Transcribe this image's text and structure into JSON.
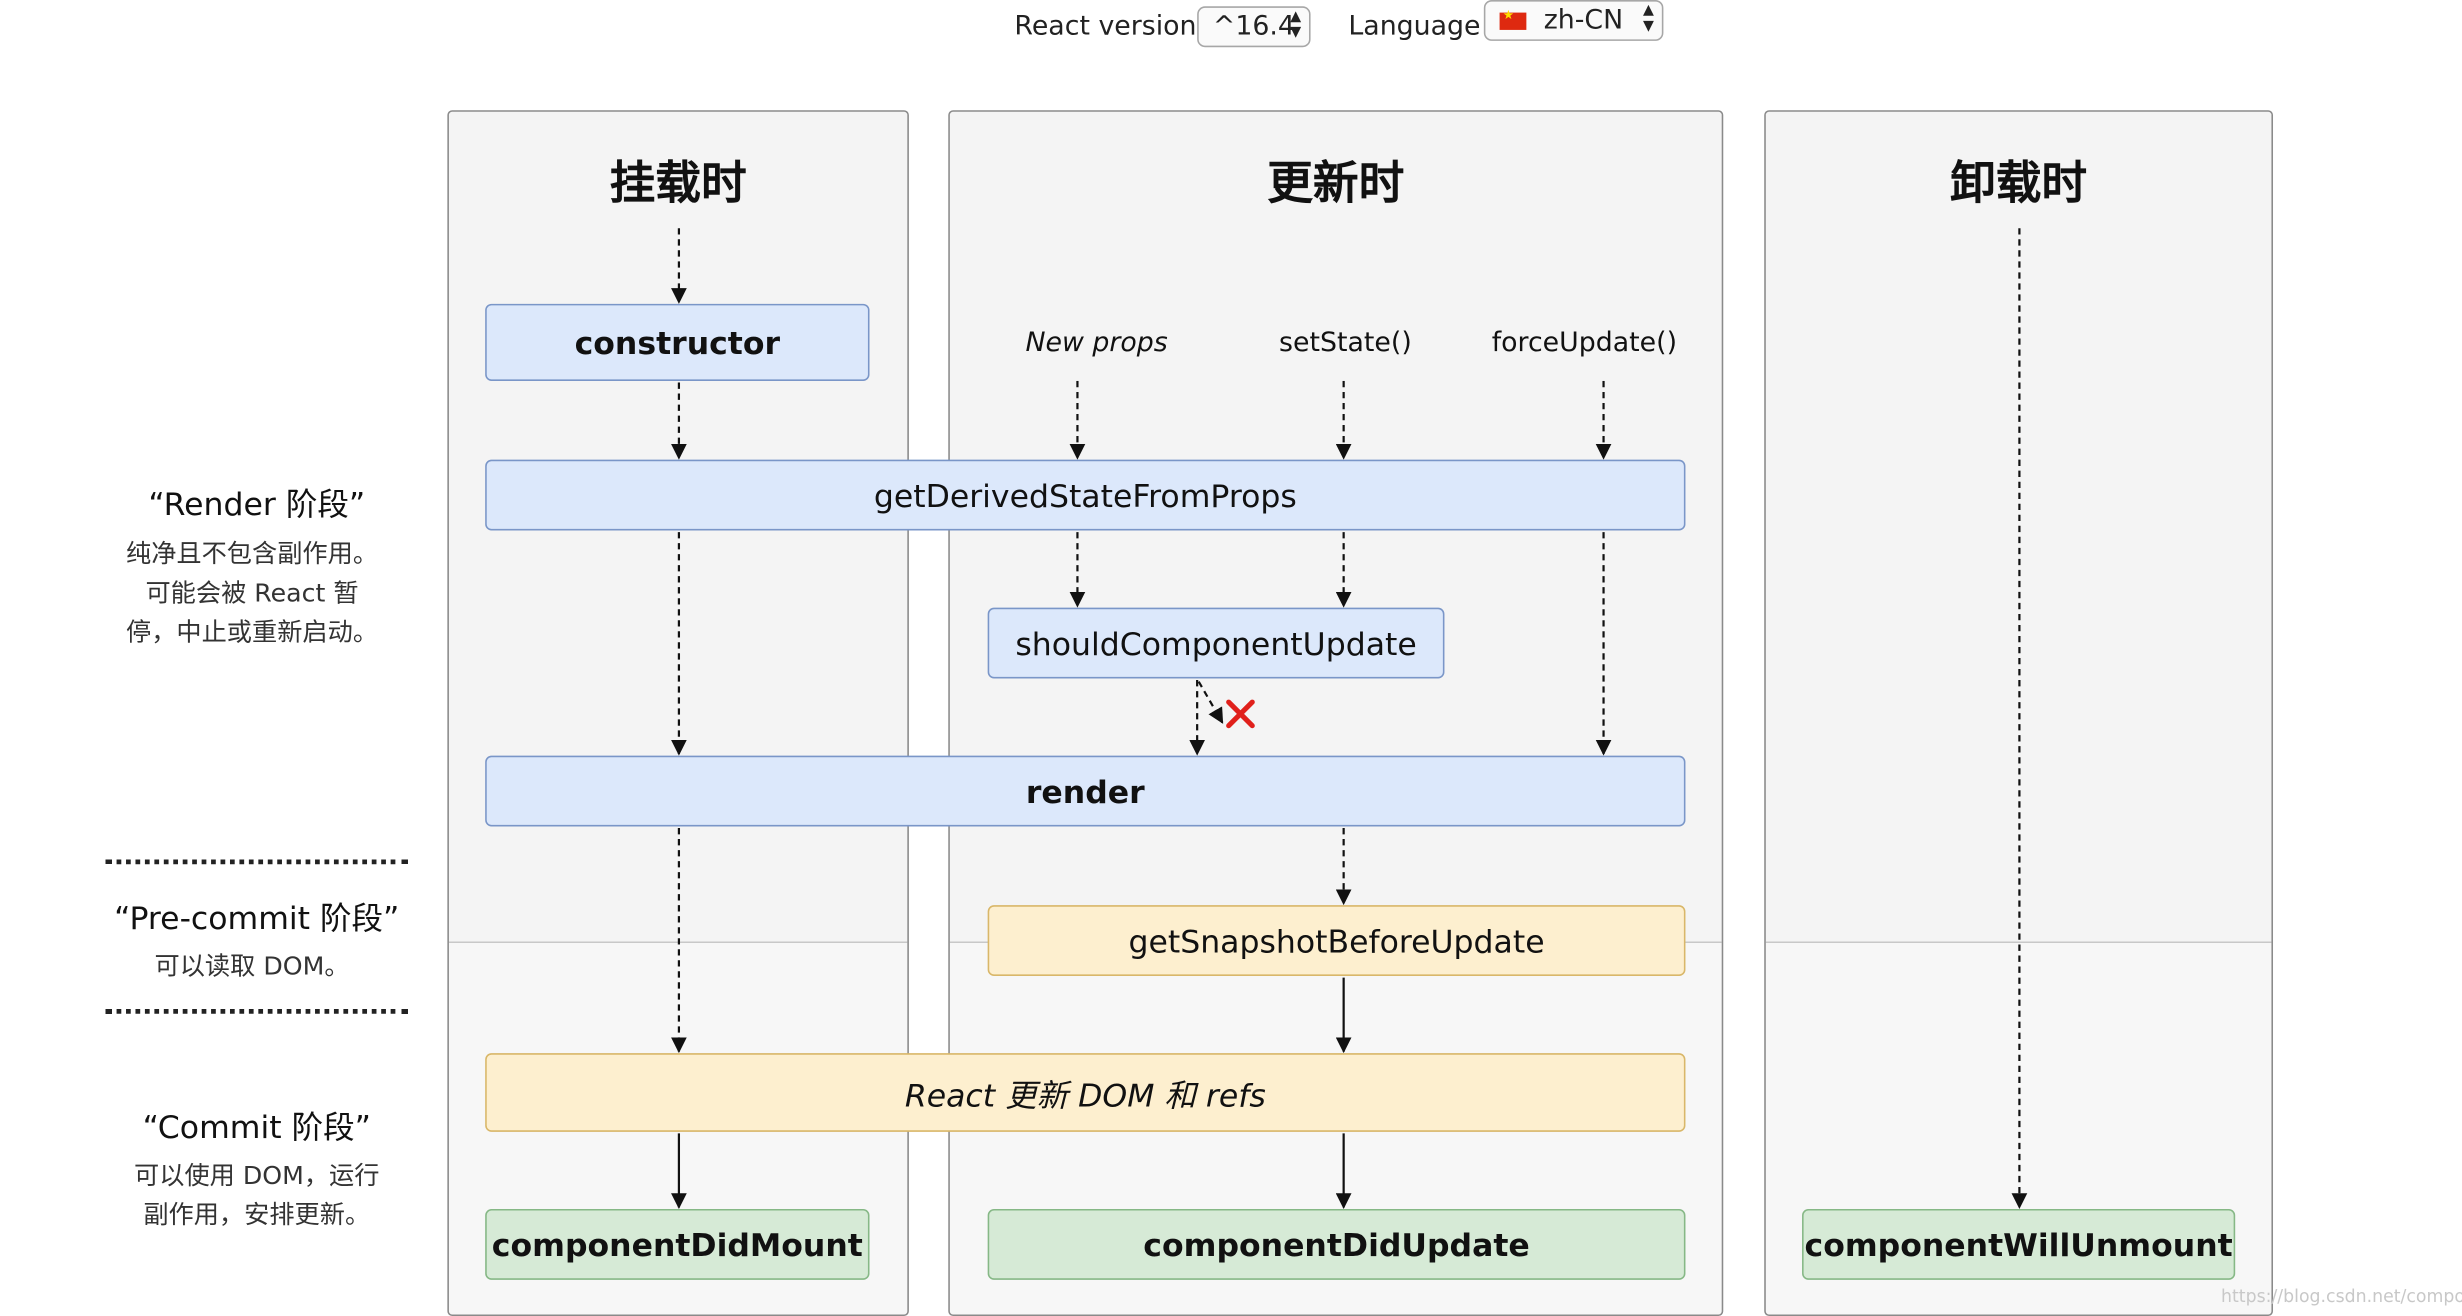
{
  "controls": {
    "react_version_label": "React version",
    "react_version_value": "^16.4",
    "language_label": "Language",
    "language_value": "zh-CN",
    "language_flag": "cn-flag-icon"
  },
  "columns": {
    "mounting": "挂载时",
    "updating": "更新时",
    "unmounting": "卸载时"
  },
  "triggers": {
    "new_props": "New props",
    "set_state": "setState()",
    "force_update": "forceUpdate()"
  },
  "methods": {
    "constructor": "constructor",
    "get_derived_state": "getDerivedStateFromProps",
    "should_update": "shouldComponentUpdate",
    "render": "render",
    "get_snapshot": "getSnapshotBeforeUpdate",
    "react_updates": "React 更新 DOM 和 refs",
    "did_mount": "componentDidMount",
    "did_update": "componentDidUpdate",
    "will_unmount": "componentWillUnmount"
  },
  "phases": {
    "render": {
      "title": "“Render 阶段”",
      "desc_lines": [
        "纯净且不包含副作用。",
        "可能会被 React 暂",
        "停，中止或重新启动。"
      ]
    },
    "precommit": {
      "title": "“Pre-commit 阶段”",
      "desc_lines": [
        "可以读取 DOM。"
      ]
    },
    "commit": {
      "title": "“Commit 阶段”",
      "desc_lines": [
        "可以使用 DOM，运行",
        "副作用，安排更新。"
      ]
    }
  },
  "watermark": "https://blog.csdn.net/composure",
  "colors": {
    "blue_box": "#dce8fb",
    "yellow_box": "#fdefcf",
    "green_box": "#d6ead6",
    "cross": "#e0201b"
  }
}
